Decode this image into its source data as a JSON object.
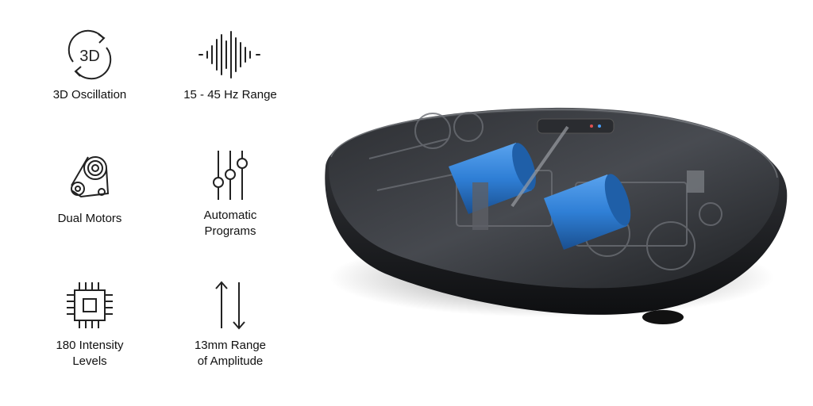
{
  "features": [
    {
      "label": "3D Oscillation",
      "icon": "3d-rotate-icon"
    },
    {
      "label": "15 - 45 Hz Range",
      "icon": "sound-wave-icon"
    },
    {
      "label": "Dual Motors",
      "icon": "belt-pulley-icon"
    },
    {
      "label": "Automatic\nPrograms",
      "icon": "sliders-icon"
    },
    {
      "label": "180 Intensity\nLevels",
      "icon": "chip-icon"
    },
    {
      "label": "13mm Range\nof Amplitude",
      "icon": "up-down-arrows-icon"
    }
  ],
  "icon_text": {
    "threed": "3D"
  },
  "colors": {
    "icon_stroke": "#222222",
    "platform_body": "#1c1d20",
    "motor_blue": "#2f7fd6"
  }
}
